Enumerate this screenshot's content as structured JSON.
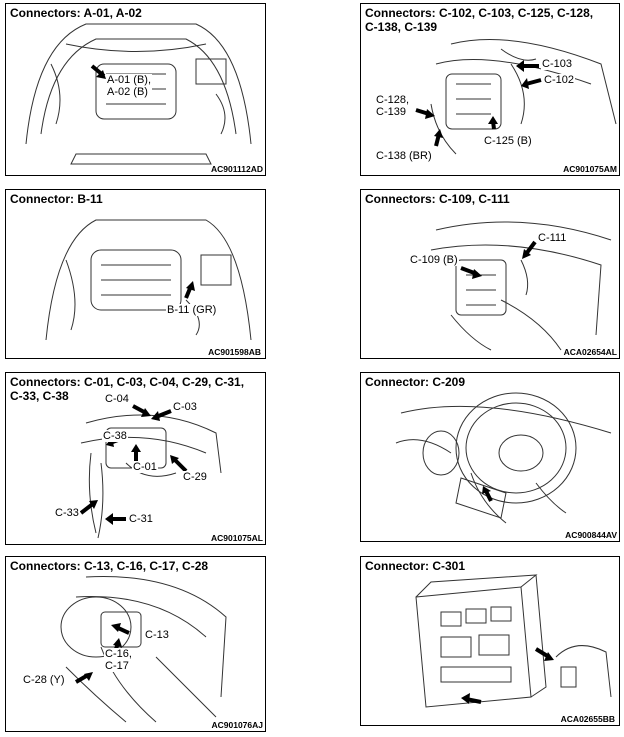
{
  "panels": [
    {
      "title": "Connectors: A-01, A-02",
      "code": "AC901112AD",
      "labels": [
        "A-01 (B),\nA-02 (B)"
      ]
    },
    {
      "title": "Connectors: C-102, C-103, C-125, C-128,\nC-138, C-139",
      "code": "AC901075AM",
      "labels": [
        "C-103",
        "C-102",
        "C-128,\nC-139",
        "C-125 (B)",
        "C-138 (BR)"
      ]
    },
    {
      "title": "Connector: B-11",
      "code": "AC901598AB",
      "labels": [
        "B-11 (GR)"
      ]
    },
    {
      "title": "Connectors: C-109, C-111",
      "code": "ACA02654AL",
      "labels": [
        "C-111",
        "C-109 (B)"
      ]
    },
    {
      "title": "Connectors: C-01, C-03, C-04, C-29, C-31,\nC-33, C-38",
      "code": "AC901075AL",
      "labels": [
        "C-04",
        "C-03",
        "C-38",
        "C-01",
        "C-29",
        "C-33",
        "C-31"
      ]
    },
    {
      "title": "Connector: C-209",
      "code": "AC900844AV",
      "labels": []
    },
    {
      "title": "Connectors: C-13, C-16, C-17, C-28",
      "code": "AC901076AJ",
      "labels": [
        "C-13",
        "C-16,\nC-17",
        "C-28 (Y)"
      ]
    },
    {
      "title": "Connector: C-301",
      "code": "ACA02655BB",
      "labels": []
    }
  ]
}
